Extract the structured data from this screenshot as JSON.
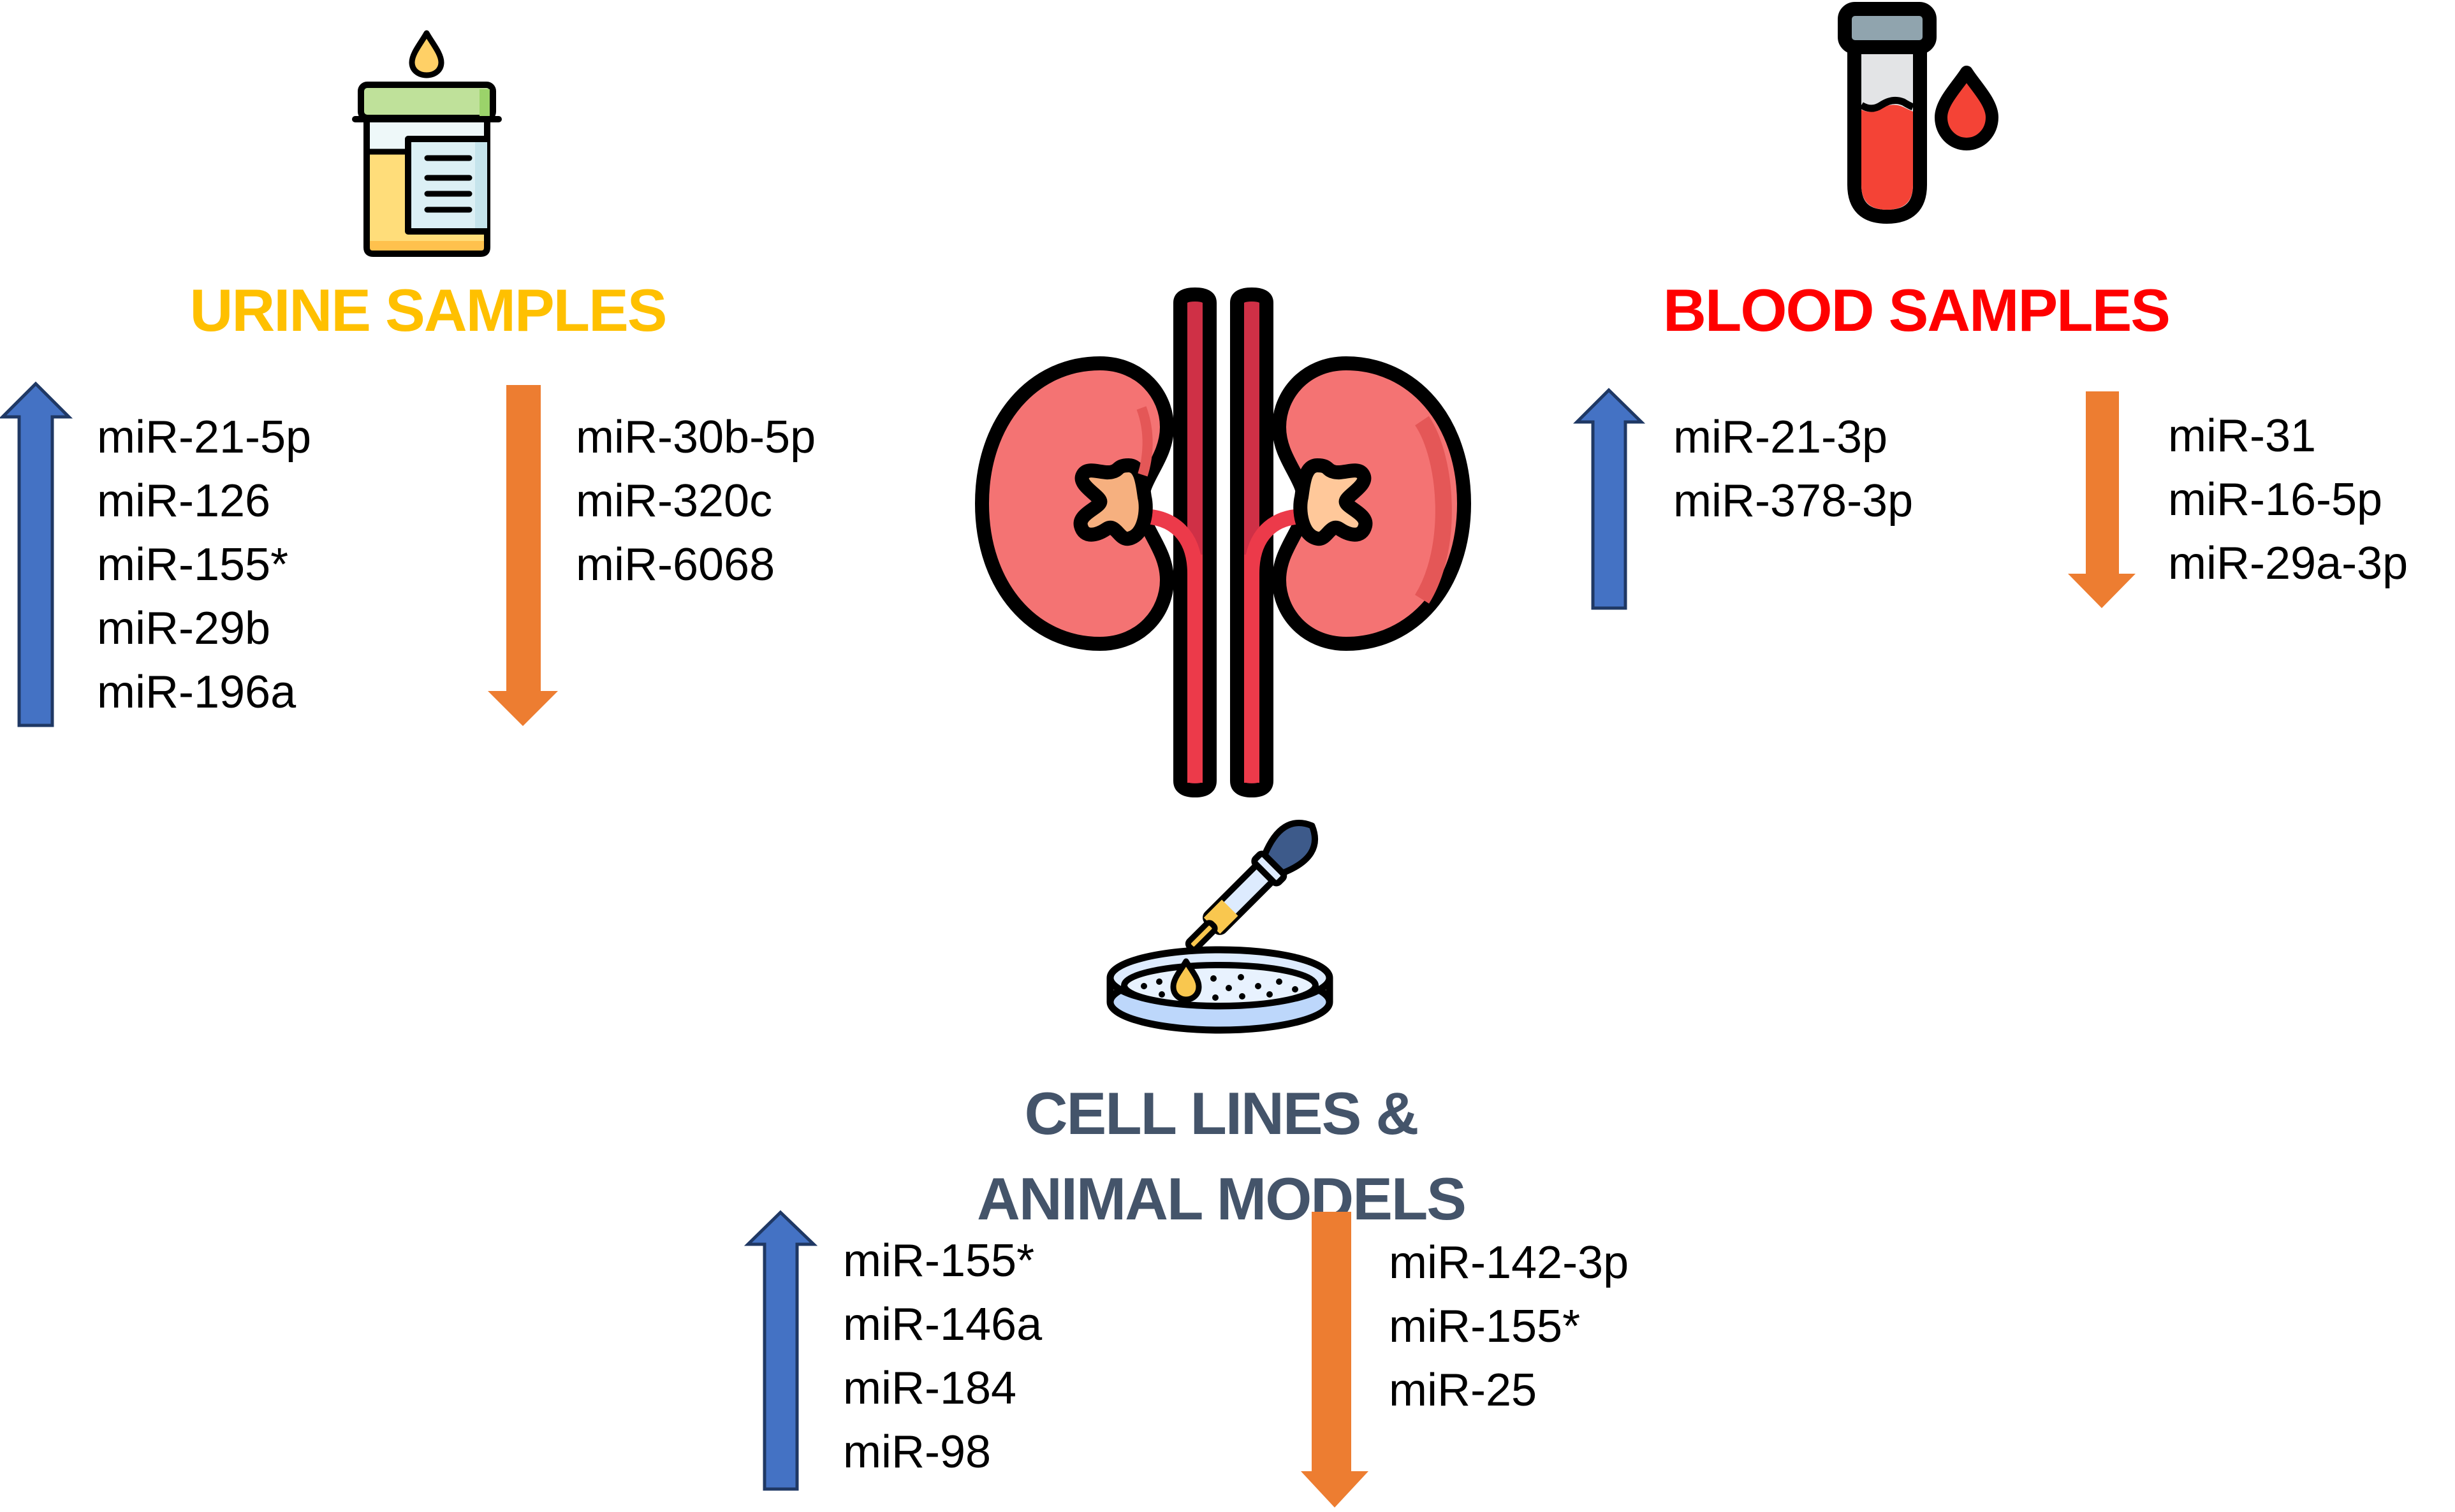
{
  "figure": {
    "center_icon": "kidneys-icon",
    "colors": {
      "upregulated_arrow": "#4472C4",
      "upregulated_arrow_outline": "#1F3864",
      "downregulated_arrow": "#ED7D31",
      "urine_heading": "#FFC000",
      "blood_heading": "#FF0000",
      "cell_heading": "#44546A",
      "text": "#000000"
    }
  },
  "sections": {
    "urine": {
      "title": "URINE SAMPLES",
      "icon": "urine-sample-cup-icon",
      "up": [
        "miR-21-5p",
        "miR-126",
        "miR-155*",
        "miR-29b",
        "miR-196a"
      ],
      "down": [
        "miR-30b-5p",
        "miR-320c",
        "miR-6068"
      ]
    },
    "blood": {
      "title": "BLOOD SAMPLES",
      "icon": "blood-test-tube-icon",
      "up": [
        "miR-21-3p",
        "miR-378-3p"
      ],
      "down": [
        "miR-31",
        "miR-16-5p",
        "miR-29a-3p"
      ]
    },
    "cell": {
      "title_line1": "CELL LINES &",
      "title_line2": "ANIMAL MODELS",
      "icon": "pipette-petri-dish-icon",
      "up": [
        "miR-155*",
        "miR-146a",
        "miR-184",
        "miR-98"
      ],
      "down": [
        "miR-142-3p",
        "miR-155*",
        "miR-25"
      ]
    }
  }
}
